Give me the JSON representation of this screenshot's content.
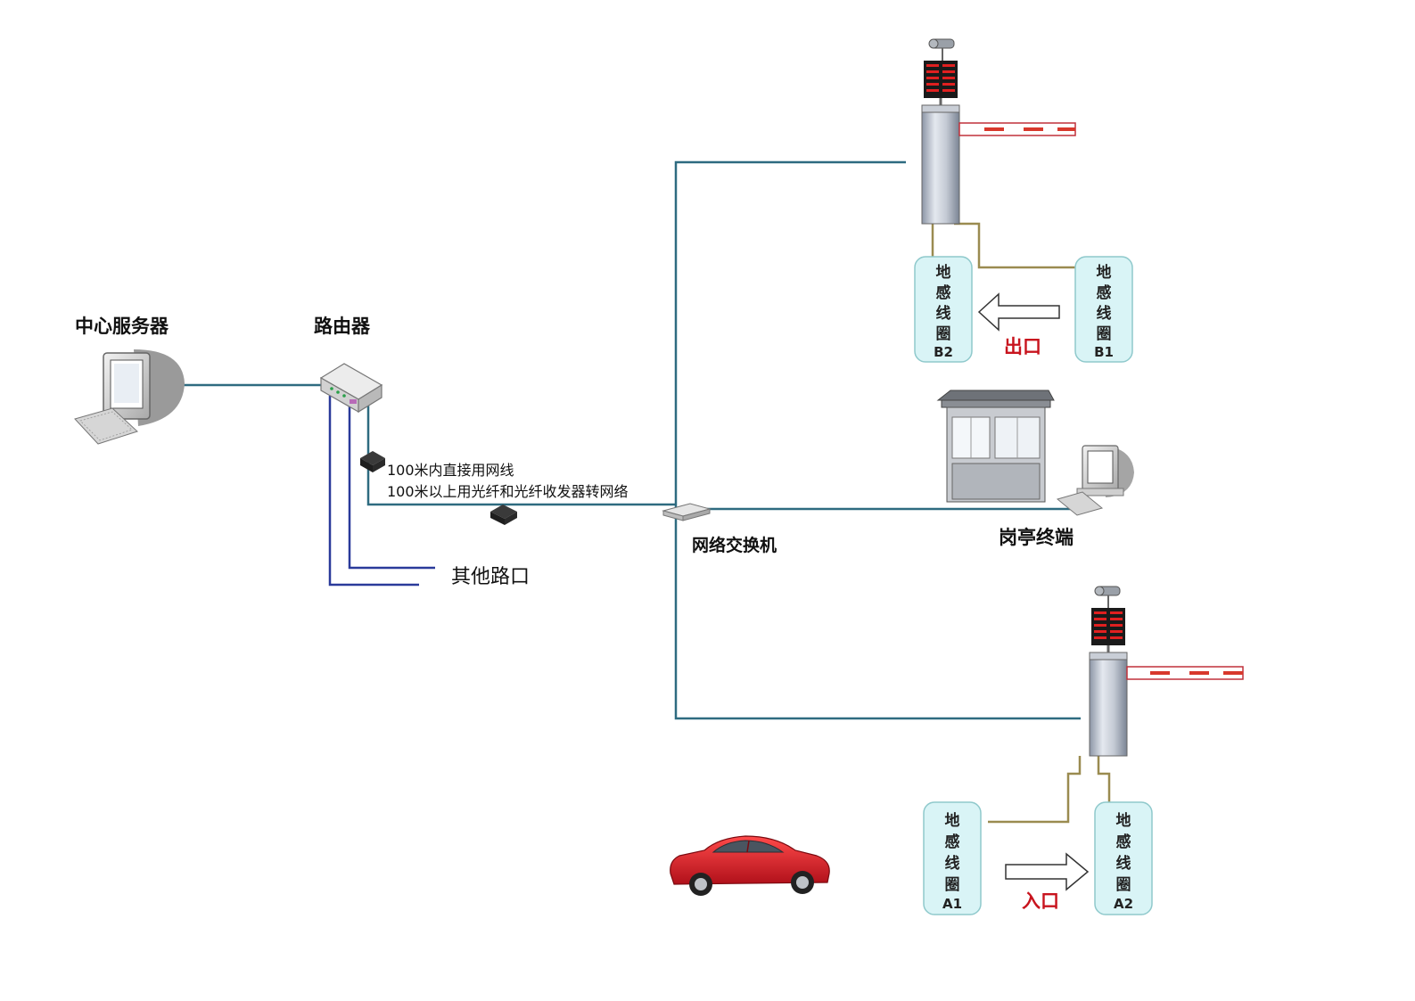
{
  "labels": {
    "central_server": "中心服务器",
    "router": "路由器",
    "note_line1": "100米内直接用网线",
    "note_line2": "100米以上用光纤和光纤收发器转网络",
    "switch": "网络交换机",
    "booth_terminal": "岗亭终端",
    "other_junctions": "其他路口",
    "exit": "出口",
    "entrance": "入口"
  },
  "loops": {
    "b2": {
      "chars": [
        "地",
        "感",
        "线",
        "圈"
      ],
      "code": "B2"
    },
    "b1": {
      "chars": [
        "地",
        "感",
        "线",
        "圈"
      ],
      "code": "B1"
    },
    "a1": {
      "chars": [
        "地",
        "感",
        "线",
        "圈"
      ],
      "code": "A1"
    },
    "a2": {
      "chars": [
        "地",
        "感",
        "线",
        "圈"
      ],
      "code": "A2"
    }
  },
  "colors": {
    "network_line": "#2e6b80",
    "signal_line": "#9a8b50",
    "other_line": "#2a3a9a",
    "loop_fill": "#d9f4f6",
    "loop_border": "#8fc9cc",
    "red_text": "#c8141e",
    "barrier_red": "#d8382c"
  },
  "icons": [
    "computer-icon",
    "router-icon",
    "fiber-transceiver-icon",
    "switch-icon",
    "barrier-gate-icon",
    "camera-icon",
    "led-display-icon",
    "guard-booth-icon",
    "car-icon",
    "arrow-left-icon",
    "arrow-right-icon"
  ]
}
